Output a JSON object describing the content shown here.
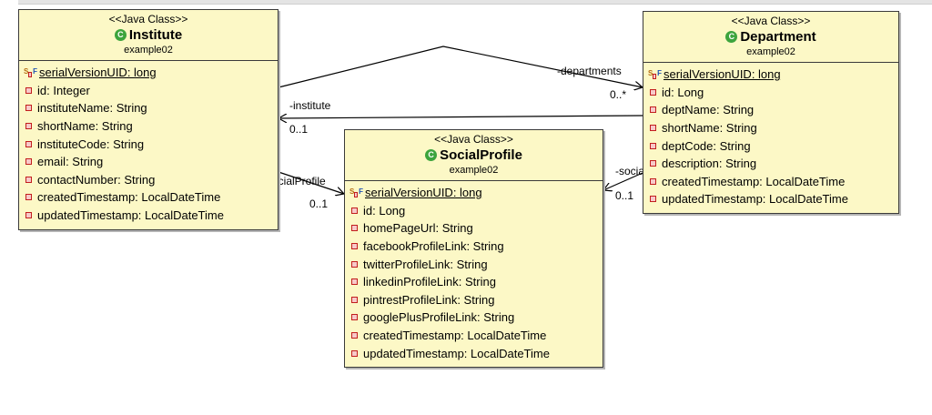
{
  "classes": {
    "institute": {
      "stereotype": "<<Java Class>>",
      "name": "Institute",
      "package": "example02",
      "attributes": [
        "serialVersionUID: long",
        "id: Integer",
        "instituteName: String",
        "shortName: String",
        "instituteCode: String",
        "email: String",
        "contactNumber: String",
        "createdTimestamp: LocalDateTime",
        "updatedTimestamp: LocalDateTime"
      ]
    },
    "department": {
      "stereotype": "<<Java Class>>",
      "name": "Department",
      "package": "example02",
      "attributes": [
        "serialVersionUID: long",
        "id: Long",
        "deptName: String",
        "shortName: String",
        "deptCode: String",
        "description: String",
        "createdTimestamp: LocalDateTime",
        "updatedTimestamp: LocalDateTime"
      ]
    },
    "socialprofile": {
      "stereotype": "<<Java Class>>",
      "name": "SocialProfile",
      "package": "example02",
      "attributes": [
        "serialVersionUID: long",
        "id: Long",
        "homePageUrl: String",
        "facebookProfileLink: String",
        "twitterProfileLink: String",
        "linkedinProfileLink: String",
        "pintrestProfileLink: String",
        "googlePlusProfileLink: String",
        "createdTimestamp: LocalDateTime",
        "updatedTimestamp: LocalDateTime"
      ]
    }
  },
  "associations": {
    "departments": {
      "role": "-departments",
      "multiplicity": "0..*"
    },
    "institute": {
      "role": "-institute",
      "multiplicity": "0..1"
    },
    "institute_social": {
      "role": "-socialProfile",
      "multiplicity": "0..1"
    },
    "department_social": {
      "role": "-socialProfile",
      "multiplicity": "0..1"
    }
  },
  "icons": {
    "class_icon": "class-c-icon",
    "class_icon_glyph": "C",
    "static_final_glyph_s": "S",
    "static_final_glyph_f": "F"
  }
}
